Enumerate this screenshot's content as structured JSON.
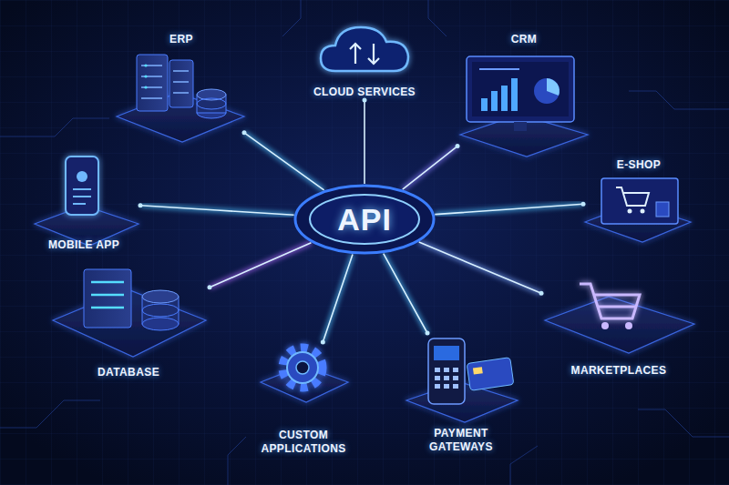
{
  "diagram": {
    "nodes": [
      {
        "text": [
          "ERP"
        ]
      },
      {
        "text": [
          "CLOUD SERVICES"
        ]
      },
      {
        "text": [
          "CRM"
        ]
      },
      {
        "text": [
          "MOBILE APP"
        ]
      },
      {
        "text": [
          "API"
        ]
      },
      {
        "text": [
          "E-SHOP"
        ]
      },
      {
        "text": [
          "DATABASE"
        ]
      },
      {
        "text": [
          "CUSTOM APPLICATIONS"
        ]
      },
      {
        "text": [
          "PAYMENT GATEWAYS"
        ]
      },
      {
        "text": [
          "MARKETPLACES"
        ]
      }
    ],
    "edges": [
      {
        "from": 4,
        "to": 0,
        "arrow": "none"
      },
      {
        "from": 4,
        "to": 1,
        "arrow": "none"
      },
      {
        "from": 4,
        "to": 2,
        "arrow": "none"
      },
      {
        "from": 4,
        "to": 3,
        "arrow": "none"
      },
      {
        "from": 4,
        "to": 5,
        "arrow": "none"
      },
      {
        "from": 4,
        "to": 6,
        "arrow": "none"
      },
      {
        "from": 4,
        "to": 7,
        "arrow": "none"
      },
      {
        "from": 4,
        "to": 8,
        "arrow": "none"
      },
      {
        "from": 4,
        "to": 9,
        "arrow": "none"
      }
    ]
  }
}
